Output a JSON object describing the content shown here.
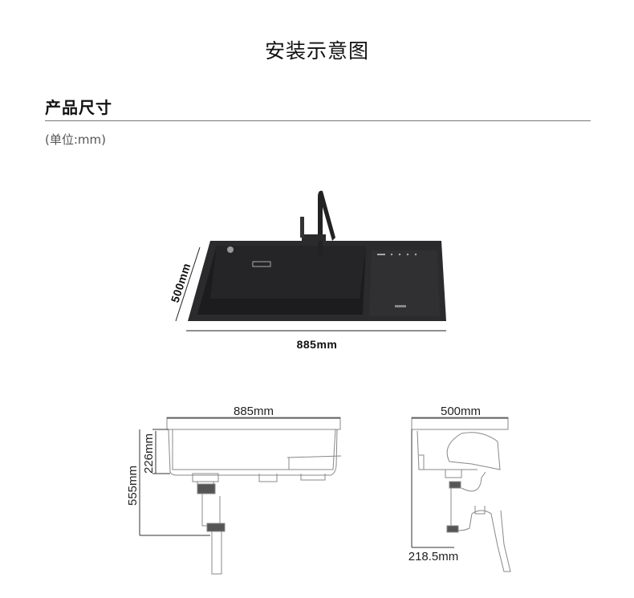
{
  "title": "安装示意图",
  "section_title": "产品尺寸",
  "unit_note": "(单位:mm)",
  "top_view": {
    "width_label": "885mm",
    "depth_label": "500mm"
  },
  "front_view": {
    "width_label": "885mm",
    "bowl_depth_label": "226mm",
    "total_height_label": "555mm"
  },
  "side_view": {
    "depth_label": "500mm",
    "drain_offset_label": "218.5mm"
  }
}
